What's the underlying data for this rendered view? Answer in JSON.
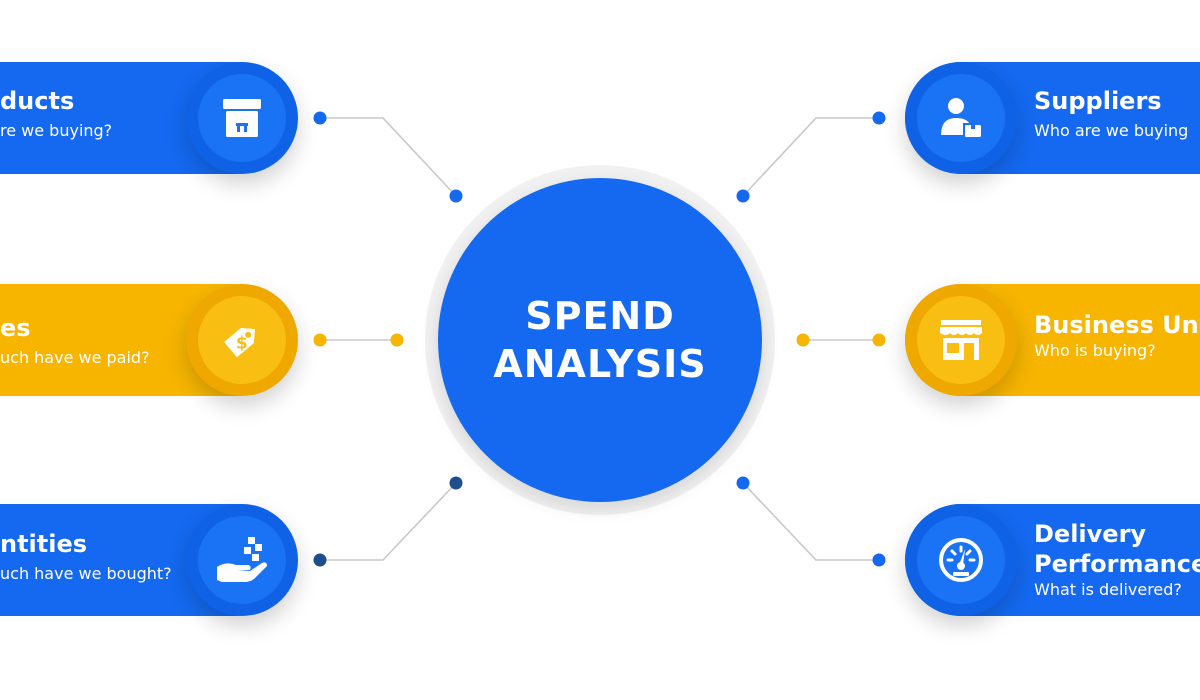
{
  "hub": {
    "line1": "SPEND",
    "line2": "ANALYSIS"
  },
  "nodes": {
    "products": {
      "title": "ducts",
      "subtitle": "re we buying?",
      "icon": "box-icon",
      "color": "#1469f0"
    },
    "prices": {
      "title": "es",
      "subtitle": "uch have we paid?",
      "icon": "price-tag-icon",
      "color": "#f7b500"
    },
    "quantities": {
      "title": "ntities",
      "subtitle": "uch have we bought?",
      "icon": "hand-boxes-icon",
      "color": "#1469f0"
    },
    "suppliers": {
      "title": "Suppliers",
      "subtitle": "Who are we buying",
      "icon": "supplier-icon",
      "color": "#1469f0"
    },
    "business_units": {
      "title": "Business Uni",
      "subtitle": "Who is buying?",
      "icon": "store-icon",
      "color": "#f7b500"
    },
    "delivery": {
      "title_line1": "Delivery",
      "title_line2": "Performance",
      "subtitle": "What is delivered?",
      "icon": "speedometer-icon",
      "color": "#1469f0"
    }
  },
  "colors": {
    "blue": "#1469f0",
    "yellow": "#f7b500",
    "connector": "#c8c8c8",
    "dot_blue": "#1469f0",
    "dot_yellow": "#f7b500",
    "dot_navy": "#1f4e8c"
  }
}
